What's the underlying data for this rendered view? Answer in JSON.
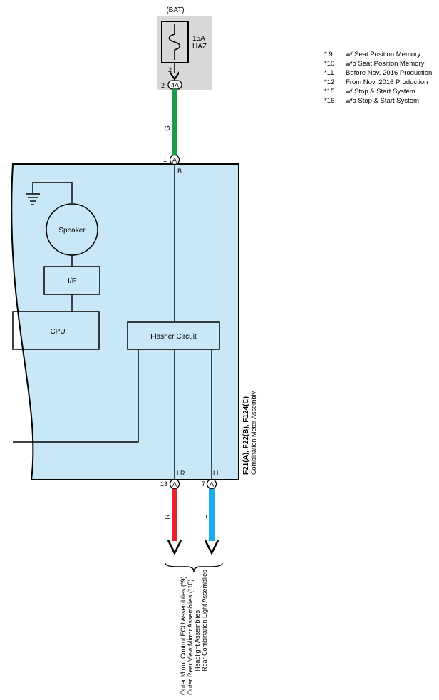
{
  "battery": {
    "label": "(BAT)",
    "fuse_amps": "15A",
    "fuse_name": "HAZ"
  },
  "top_connector": {
    "left_pin": "2",
    "upper_pin": "2",
    "code": "4A"
  },
  "wires": {
    "supply": {
      "color_code": "G",
      "hex": "#1a9c48"
    },
    "right": {
      "color_code": "R",
      "hex": "#e8222b"
    },
    "left": {
      "color_code": "L",
      "hex": "#19aeea"
    }
  },
  "meter": {
    "fill_hex": "#c9e8f7",
    "name_line1": "F21(A), F22(B), F124(C)",
    "name_line2": "Combination Meter Assembly",
    "inputs": [
      {
        "pin": "1",
        "connector": "A",
        "terminal": "B"
      }
    ],
    "outputs": [
      {
        "pin": "13",
        "connector": "A",
        "terminal": "LR"
      },
      {
        "pin": "7",
        "connector": "A",
        "terminal": "LL"
      }
    ],
    "blocks": {
      "speaker": "Speaker",
      "interface": "I/F",
      "cpu": "CPU",
      "flasher": "Flasher Circuit"
    }
  },
  "destinations": [
    "Outer Mirror Control ECU Assemblies (*9)",
    "Outer Rear View Mirror Assemblies (*10)",
    "Headlight Assemblies",
    "Rear Combination Light Assemblies"
  ],
  "legend": [
    {
      "code": "* 9",
      "text": "w/ Seat Position Memory"
    },
    {
      "code": "*10",
      "text": "w/o Seat Position Memory"
    },
    {
      "code": "*11",
      "text": "Before Nov.  2016 Production"
    },
    {
      "code": "*12",
      "text": "From Nov.  2016 Production"
    },
    {
      "code": "*15",
      "text": "w/ Stop & Start System"
    },
    {
      "code": "*16",
      "text": "w/o Stop & Start System"
    }
  ]
}
